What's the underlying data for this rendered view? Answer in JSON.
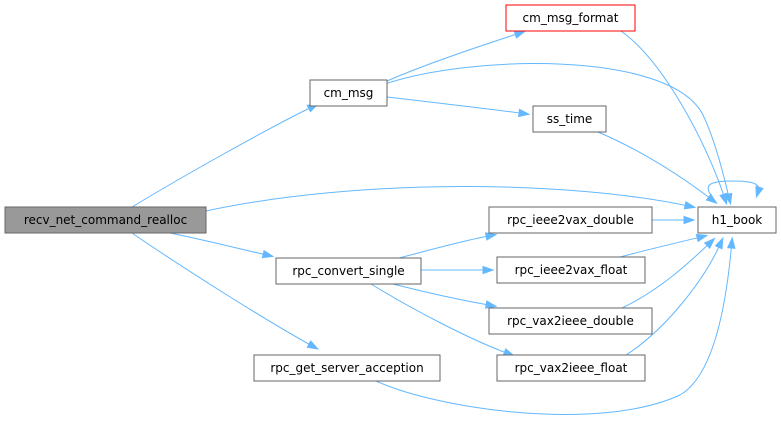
{
  "diagram": {
    "type": "call-graph",
    "colors": {
      "root_fill": "#999999",
      "node_fill": "#ffffff",
      "node_border": "#666666",
      "highlight_border": "#ff0000",
      "edge": "#63b8ff"
    },
    "nodes": [
      {
        "id": "recv",
        "label": "recv_net_command_realloc",
        "role": "root"
      },
      {
        "id": "cm_msg",
        "label": "cm_msg"
      },
      {
        "id": "cm_msg_format",
        "label": "cm_msg_format",
        "role": "highlight"
      },
      {
        "id": "ss_time",
        "label": "ss_time"
      },
      {
        "id": "h1_book",
        "label": "h1_book"
      },
      {
        "id": "rpc_convert_single",
        "label": "rpc_convert_single"
      },
      {
        "id": "rpc_ieee2vax_double",
        "label": "rpc_ieee2vax_double"
      },
      {
        "id": "rpc_ieee2vax_float",
        "label": "rpc_ieee2vax_float"
      },
      {
        "id": "rpc_vax2ieee_double",
        "label": "rpc_vax2ieee_double"
      },
      {
        "id": "rpc_vax2ieee_float",
        "label": "rpc_vax2ieee_float"
      },
      {
        "id": "rpc_get_server_acception",
        "label": "rpc_get_server_acception"
      }
    ],
    "edges": [
      {
        "from": "recv",
        "to": "cm_msg"
      },
      {
        "from": "recv",
        "to": "h1_book"
      },
      {
        "from": "recv",
        "to": "rpc_convert_single"
      },
      {
        "from": "recv",
        "to": "rpc_get_server_acception"
      },
      {
        "from": "cm_msg",
        "to": "cm_msg_format"
      },
      {
        "from": "cm_msg",
        "to": "h1_book"
      },
      {
        "from": "cm_msg",
        "to": "ss_time"
      },
      {
        "from": "cm_msg_format",
        "to": "h1_book"
      },
      {
        "from": "ss_time",
        "to": "h1_book"
      },
      {
        "from": "h1_book",
        "to": "h1_book"
      },
      {
        "from": "rpc_convert_single",
        "to": "rpc_ieee2vax_double"
      },
      {
        "from": "rpc_convert_single",
        "to": "rpc_ieee2vax_float"
      },
      {
        "from": "rpc_convert_single",
        "to": "rpc_vax2ieee_double"
      },
      {
        "from": "rpc_convert_single",
        "to": "rpc_vax2ieee_float"
      },
      {
        "from": "rpc_ieee2vax_double",
        "to": "h1_book"
      },
      {
        "from": "rpc_ieee2vax_float",
        "to": "h1_book"
      },
      {
        "from": "rpc_vax2ieee_double",
        "to": "h1_book"
      },
      {
        "from": "rpc_vax2ieee_float",
        "to": "h1_book"
      },
      {
        "from": "rpc_get_server_acception",
        "to": "h1_book"
      }
    ]
  }
}
